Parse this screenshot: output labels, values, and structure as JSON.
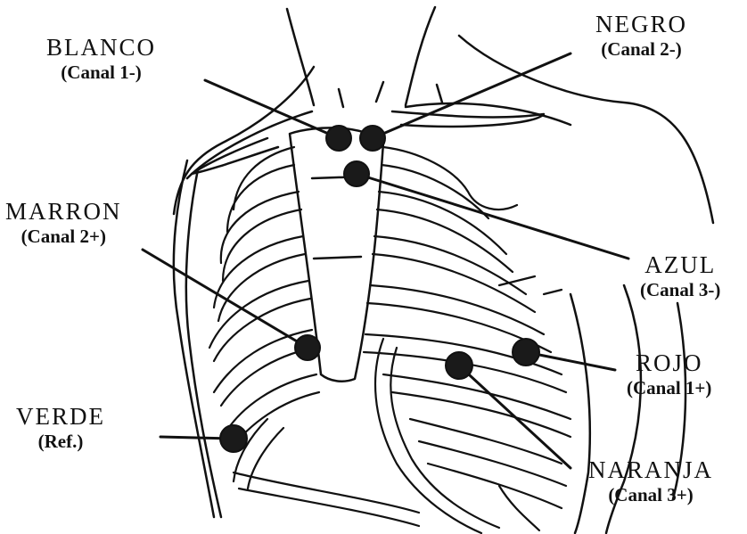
{
  "colors": {
    "ink": "#111111",
    "electrode": "#1a1a1a",
    "paper": "#ffffff"
  },
  "electrodes": [
    {
      "id": "blanco",
      "name": "BLANCO",
      "channel": "(Canal 1-)"
    },
    {
      "id": "negro",
      "name": "NEGRO",
      "channel": "(Canal 2-)"
    },
    {
      "id": "marron",
      "name": "MARRON",
      "channel": "(Canal 2+)"
    },
    {
      "id": "azul",
      "name": "AZUL",
      "channel": "(Canal 3-)"
    },
    {
      "id": "rojo",
      "name": "ROJO",
      "channel": "(Canal 1+)"
    },
    {
      "id": "verde",
      "name": "VERDE",
      "channel": "(Ref.)"
    },
    {
      "id": "naranja",
      "name": "NARANJA",
      "channel": "(Canal 3+)"
    }
  ]
}
